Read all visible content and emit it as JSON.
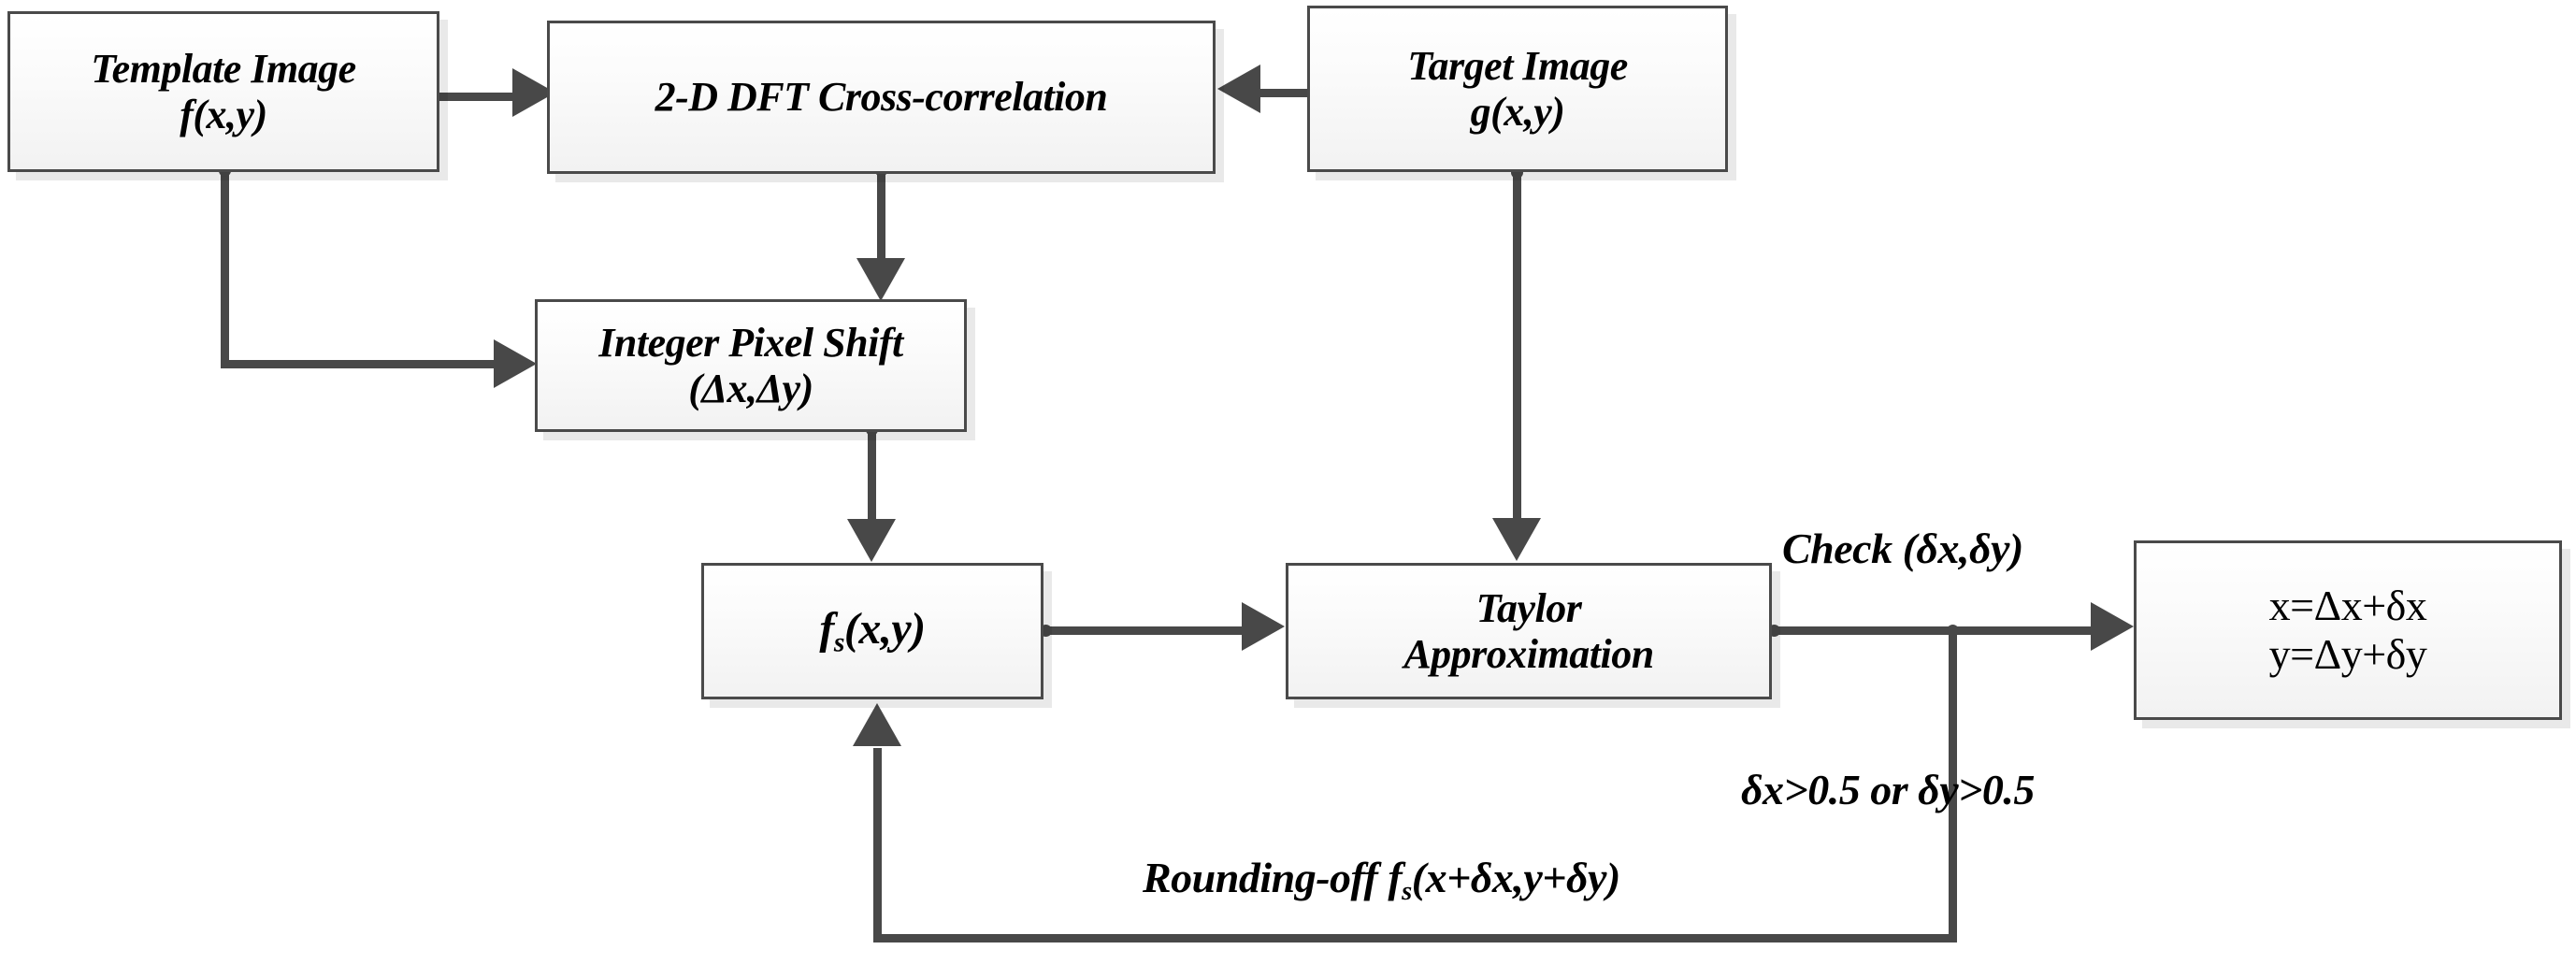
{
  "diagram": {
    "title": "Sub-pixel image registration flowchart",
    "accent_color": "#484848",
    "box_fill": "#f4f4f4",
    "text_color": "#000000",
    "nodes": {
      "template_image": {
        "line1": "Template Image",
        "line2": "f(x,y)"
      },
      "dft": {
        "line1": "2-D DFT Cross-correlation"
      },
      "target_image": {
        "line1": "Target Image",
        "line2": "g(x,y)"
      },
      "integer_pixel_shift": {
        "line1": "Integer Pixel Shift (Δx,Δy)"
      },
      "fs": {
        "pre": "f",
        "sub": "s",
        "post": "(x,y)"
      },
      "taylor": {
        "line1": "Taylor",
        "line2": "Approximation"
      },
      "result": {
        "line1": "x=Δx+δx",
        "line2": "y=Δy+δy"
      }
    },
    "edge_labels": {
      "check": "Check (δx,δy)",
      "condition": "δx>0.5 or  δy>0.5",
      "rounding_pre": "Rounding-off f",
      "rounding_sub": "s",
      "rounding_post": "(x+δx,y+δy)"
    }
  }
}
